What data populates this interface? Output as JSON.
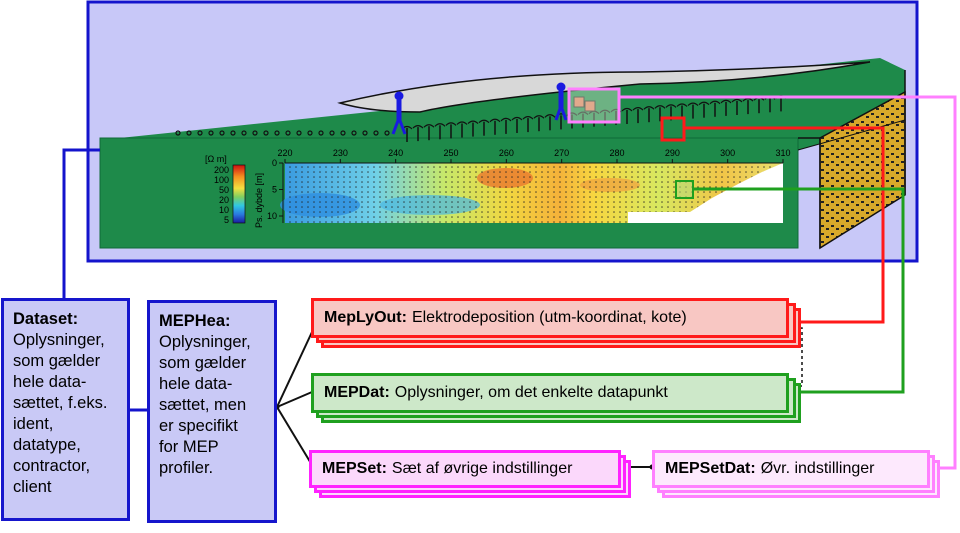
{
  "plot": {
    "x_ticks": [
      "220",
      "230",
      "240",
      "250",
      "260",
      "270",
      "280",
      "290",
      "300",
      "310"
    ],
    "depth_ticks": [
      "0",
      "5",
      "10"
    ],
    "depth_label": "Ps. dybde [m]",
    "colorbar_unit": "[Ω m]",
    "colorbar_ticks": [
      "200",
      "100",
      "50",
      "20",
      "10",
      "5"
    ]
  },
  "dataset_box": {
    "title": "Dataset:",
    "lines": [
      "Oplysninger,",
      "som gælder",
      "hele data-",
      "sættet, f.eks.",
      "ident,",
      "datatype,",
      "contractor,",
      "client"
    ]
  },
  "mephea_box": {
    "title": "MEPHea:",
    "lines": [
      "Oplysninger,",
      "som gælder",
      "hele data-",
      "sættet, men",
      "er specifikt",
      "for MEP",
      "profiler."
    ]
  },
  "meplyout": {
    "name": "MepLyOut:",
    "desc": "Elektrodeposition (utm-koordinat, kote)"
  },
  "mepdat": {
    "name": "MEPDat:",
    "desc": "Oplysninger, om det enkelte datapunkt"
  },
  "mepset": {
    "name": "MEPSet:",
    "desc": "Sæt af øvrige indstillinger"
  },
  "mepsetdat": {
    "name": "MEPSetDat:",
    "desc": "Øvr. indstillinger"
  },
  "colors": {
    "panel": "#c8c8f8",
    "panel_border": "#1414cc",
    "terrain": "#1e8a4a",
    "terrain_dark": "#0f6a38",
    "red": "#ff1a1a",
    "green": "#1fa01f",
    "magenta": "#ff22ff",
    "pink": "#ff80ff"
  }
}
